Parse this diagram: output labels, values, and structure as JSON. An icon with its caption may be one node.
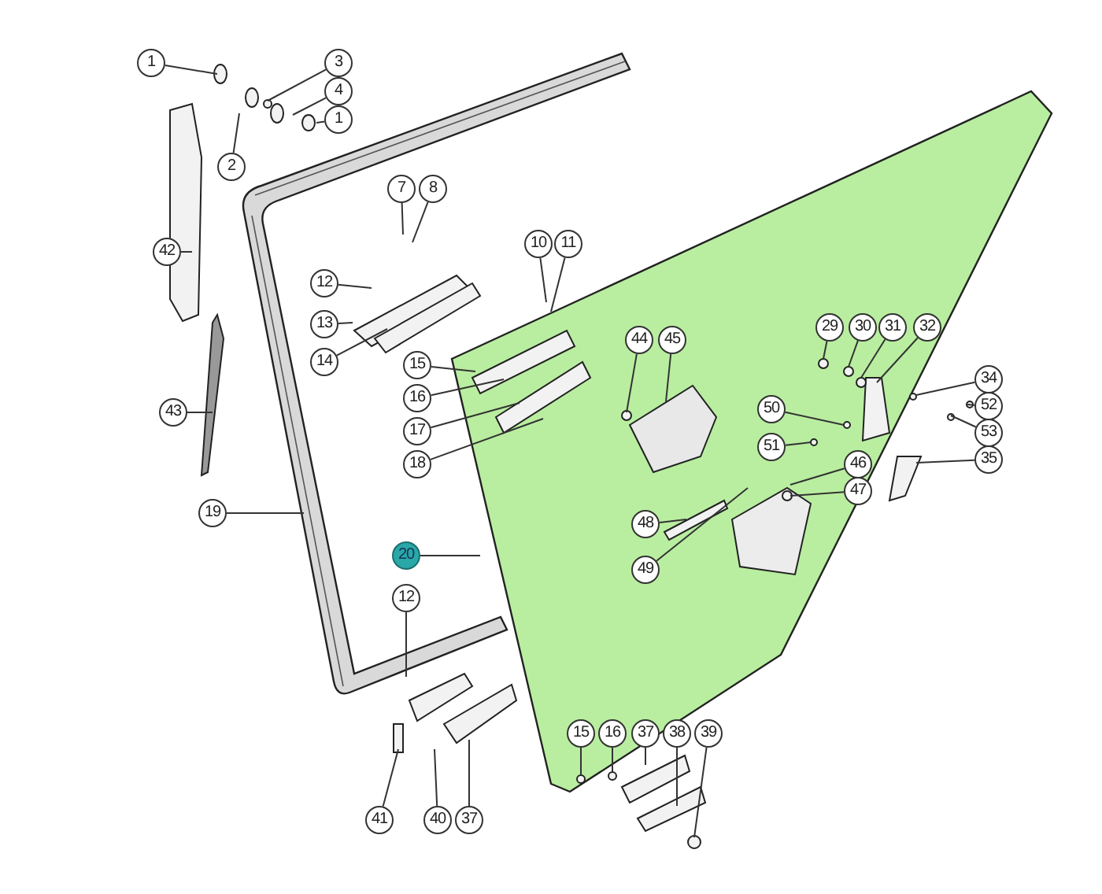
{
  "diagram": {
    "nodes": [
      {
        "text": [
          "1"
        ]
      },
      {
        "text": [
          "3"
        ]
      },
      {
        "text": [
          "4"
        ]
      },
      {
        "text": [
          "1"
        ]
      },
      {
        "text": [
          "2"
        ]
      },
      {
        "text": [
          "7"
        ]
      },
      {
        "text": [
          "8"
        ]
      },
      {
        "text": [
          "42"
        ]
      },
      {
        "text": [
          "10"
        ]
      },
      {
        "text": [
          "11"
        ]
      },
      {
        "text": [
          "12"
        ]
      },
      {
        "text": [
          "13"
        ]
      },
      {
        "text": [
          "14"
        ]
      },
      {
        "text": [
          "15"
        ]
      },
      {
        "text": [
          "16"
        ]
      },
      {
        "text": [
          "17"
        ]
      },
      {
        "text": [
          "18"
        ]
      },
      {
        "text": [
          "44"
        ]
      },
      {
        "text": [
          "45"
        ]
      },
      {
        "text": [
          "29"
        ]
      },
      {
        "text": [
          "30"
        ]
      },
      {
        "text": [
          "31"
        ]
      },
      {
        "text": [
          "32"
        ]
      },
      {
        "text": [
          "34"
        ]
      },
      {
        "text": [
          "52"
        ]
      },
      {
        "text": [
          "53"
        ]
      },
      {
        "text": [
          "50"
        ]
      },
      {
        "text": [
          "51"
        ]
      },
      {
        "text": [
          "35"
        ]
      },
      {
        "text": [
          "46"
        ]
      },
      {
        "text": [
          "47"
        ]
      },
      {
        "text": [
          "43"
        ]
      },
      {
        "text": [
          "19"
        ]
      },
      {
        "text": [
          "48"
        ]
      },
      {
        "text": [
          "20"
        ]
      },
      {
        "text": [
          "49"
        ]
      },
      {
        "text": [
          "12"
        ]
      },
      {
        "text": [
          "15"
        ]
      },
      {
        "text": [
          "16"
        ]
      },
      {
        "text": [
          "37"
        ]
      },
      {
        "text": [
          "38"
        ]
      },
      {
        "text": [
          "39"
        ]
      },
      {
        "text": [
          "41"
        ]
      },
      {
        "text": [
          "40"
        ]
      },
      {
        "text": [
          "37"
        ]
      }
    ],
    "edges": [
      {
        "from": 0,
        "to": null,
        "arrow": "none"
      },
      {
        "from": 1,
        "to": null,
        "arrow": "none"
      },
      {
        "from": 2,
        "to": null,
        "arrow": "none"
      },
      {
        "from": 3,
        "to": null,
        "arrow": "none"
      },
      {
        "from": 4,
        "to": null,
        "arrow": "none"
      },
      {
        "from": 5,
        "to": null,
        "arrow": "none"
      },
      {
        "from": 6,
        "to": null,
        "arrow": "none"
      },
      {
        "from": 7,
        "to": null,
        "arrow": "none"
      },
      {
        "from": 8,
        "to": null,
        "arrow": "none"
      },
      {
        "from": 9,
        "to": null,
        "arrow": "none"
      },
      {
        "from": 10,
        "to": null,
        "arrow": "none"
      },
      {
        "from": 11,
        "to": null,
        "arrow": "none"
      },
      {
        "from": 12,
        "to": null,
        "arrow": "none"
      },
      {
        "from": 13,
        "to": null,
        "arrow": "none"
      },
      {
        "from": 14,
        "to": null,
        "arrow": "none"
      },
      {
        "from": 15,
        "to": null,
        "arrow": "none"
      },
      {
        "from": 16,
        "to": null,
        "arrow": "none"
      },
      {
        "from": 17,
        "to": null,
        "arrow": "none"
      },
      {
        "from": 18,
        "to": null,
        "arrow": "none"
      },
      {
        "from": 19,
        "to": null,
        "arrow": "none"
      },
      {
        "from": 20,
        "to": null,
        "arrow": "none"
      },
      {
        "from": 21,
        "to": null,
        "arrow": "none"
      },
      {
        "from": 22,
        "to": null,
        "arrow": "none"
      },
      {
        "from": 23,
        "to": null,
        "arrow": "none"
      },
      {
        "from": 24,
        "to": null,
        "arrow": "none"
      },
      {
        "from": 25,
        "to": null,
        "arrow": "none"
      },
      {
        "from": 26,
        "to": null,
        "arrow": "none"
      },
      {
        "from": 27,
        "to": null,
        "arrow": "none"
      },
      {
        "from": 28,
        "to": null,
        "arrow": "none"
      },
      {
        "from": 29,
        "to": null,
        "arrow": "none"
      },
      {
        "from": 30,
        "to": null,
        "arrow": "none"
      },
      {
        "from": 31,
        "to": null,
        "arrow": "none"
      },
      {
        "from": 32,
        "to": null,
        "arrow": "none"
      },
      {
        "from": 33,
        "to": null,
        "arrow": "none"
      },
      {
        "from": 34,
        "to": null,
        "arrow": "none"
      },
      {
        "from": 35,
        "to": null,
        "arrow": "none"
      },
      {
        "from": 36,
        "to": null,
        "arrow": "none"
      },
      {
        "from": 37,
        "to": null,
        "arrow": "none"
      },
      {
        "from": 38,
        "to": null,
        "arrow": "none"
      },
      {
        "from": 39,
        "to": null,
        "arrow": "none"
      },
      {
        "from": 40,
        "to": null,
        "arrow": "none"
      },
      {
        "from": 41,
        "to": null,
        "arrow": "none"
      },
      {
        "from": 42,
        "to": null,
        "arrow": "none"
      },
      {
        "from": 43,
        "to": null,
        "arrow": "none"
      },
      {
        "from": 44,
        "to": null,
        "arrow": "none"
      }
    ]
  }
}
